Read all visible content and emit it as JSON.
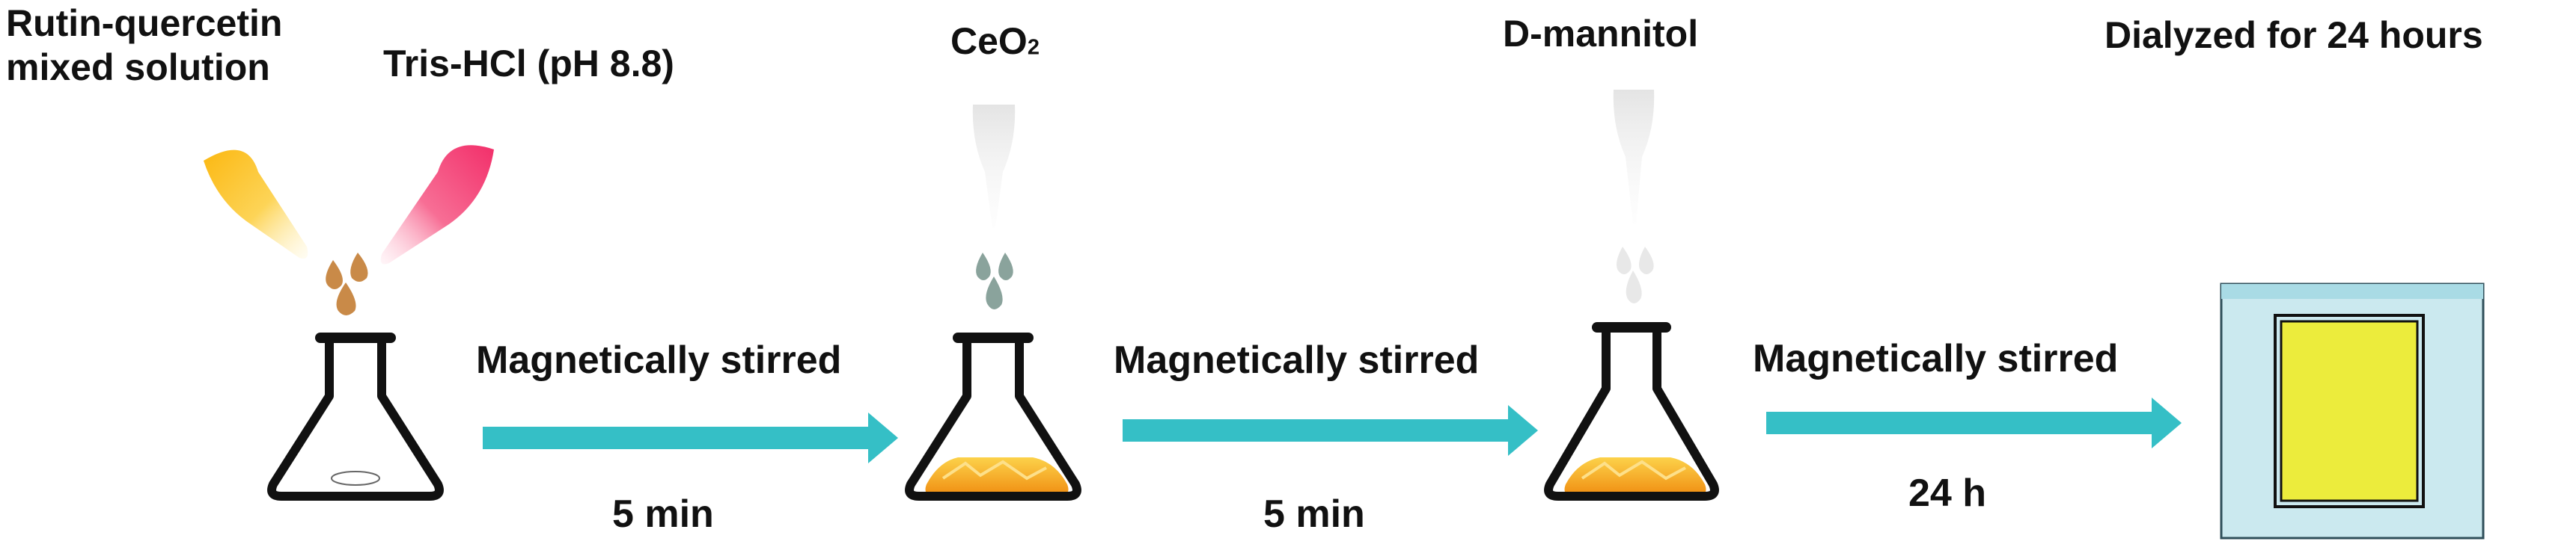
{
  "labels": {
    "rutin_line1": "Rutin-quercetin",
    "rutin_line2": "mixed solution",
    "tris": "Tris-HCl (pH 8.8)",
    "ceo2_main": "CeO",
    "ceo2_sub": "2",
    "mannitol": "D-mannitol",
    "dialyzed": "Dialyzed for 24 hours"
  },
  "steps": [
    {
      "action": "Magnetically stirred",
      "time": "5 min"
    },
    {
      "action": "Magnetically stirred",
      "time": "5 min"
    },
    {
      "action": "Magnetically stirred",
      "time": "24 h"
    }
  ],
  "colors": {
    "arrow": "#35bfc6",
    "flask_outline": "#111111",
    "liquid": "#f7a21a",
    "rutin_pipette": "#fbb812",
    "tris_pipette": "#f22f6a",
    "drops_brown": "#c98a48",
    "drops_gray": "#8aa39c",
    "drops_light": "#e8e8e8",
    "dialysis_outer": "#cbe9ef",
    "dialysis_bag": "#ecec3c"
  },
  "icons": [
    "pipette-icon",
    "drop-icon",
    "erlenmeyer-flask-icon",
    "stir-bar-icon",
    "arrow-right-icon",
    "dialysis-bag-icon"
  ]
}
